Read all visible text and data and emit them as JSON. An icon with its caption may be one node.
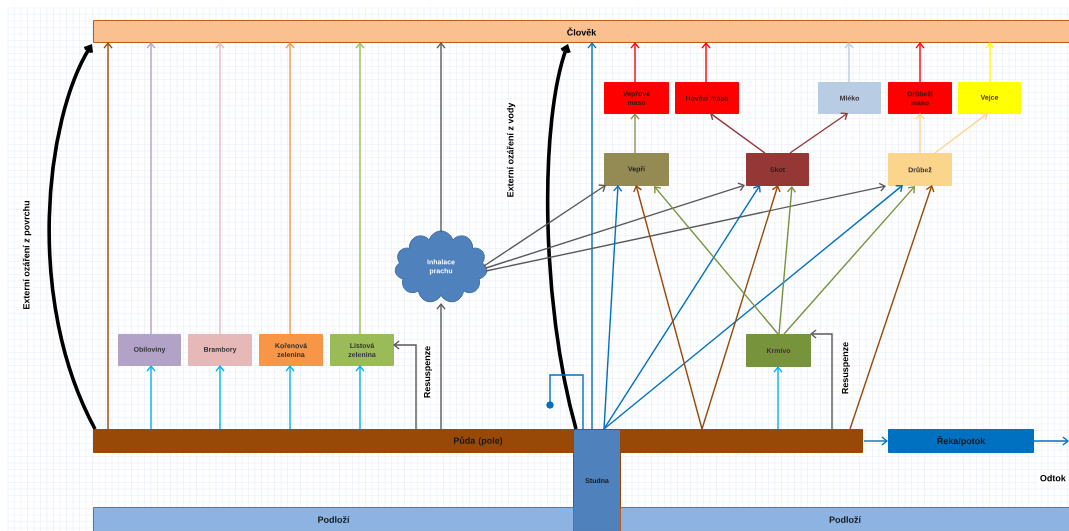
{
  "diagram": {
    "nodes": [
      {
        "text": [
          "Člověk"
        ]
      },
      {
        "text": [
          "Vepřové maso"
        ]
      },
      {
        "text": [
          "Hovězí maso"
        ]
      },
      {
        "text": [
          "Mléko"
        ]
      },
      {
        "text": [
          "Drůbeží maso"
        ]
      },
      {
        "text": [
          "Vejce"
        ]
      },
      {
        "text": [
          "Vepři"
        ]
      },
      {
        "text": [
          "Skot"
        ]
      },
      {
        "text": [
          "Drůbež"
        ]
      },
      {
        "text": [
          "Inhalace prachu"
        ]
      },
      {
        "text": [
          "Obiloviny"
        ]
      },
      {
        "text": [
          "Brambory"
        ]
      },
      {
        "text": [
          "Kořenová zelenina"
        ]
      },
      {
        "text": [
          "Listová zelenina"
        ]
      },
      {
        "text": [
          "Krmivo"
        ]
      },
      {
        "text": [
          "Půda (pole)"
        ]
      },
      {
        "text": [
          "Řeka/potok"
        ]
      },
      {
        "text": [
          "Studna"
        ]
      },
      {
        "text": [
          "Podloží"
        ]
      },
      {
        "text": [
          "Podloží"
        ]
      }
    ],
    "edges": [
      {
        "from": 15,
        "to": 0,
        "arrow": "to",
        "color": "#984807"
      },
      {
        "from": 10,
        "to": 0,
        "arrow": "to",
        "color": "#b3a2c7"
      },
      {
        "from": 11,
        "to": 0,
        "arrow": "to",
        "color": "#e6b9b8"
      },
      {
        "from": 12,
        "to": 0,
        "arrow": "to",
        "color": "#f79646"
      },
      {
        "from": 13,
        "to": 0,
        "arrow": "to",
        "color": "#9bbb59"
      },
      {
        "from": 9,
        "to": 0,
        "arrow": "to",
        "color": "#595959"
      },
      {
        "from": 15,
        "to": 0,
        "arrow": "to",
        "label": "Externí ozáření z povrchu",
        "style": "thick",
        "color": "#000000"
      },
      {
        "from": 17,
        "to": 0,
        "arrow": "to",
        "label": "Externí ozáření z vody",
        "style": "thick",
        "color": "#000000"
      },
      {
        "from": 17,
        "to": 0,
        "arrow": "to",
        "color": "#0070c0"
      },
      {
        "from": 1,
        "to": 0,
        "arrow": "to",
        "color": "#ff0000"
      },
      {
        "from": 2,
        "to": 0,
        "arrow": "to",
        "color": "#ff0000"
      },
      {
        "from": 3,
        "to": 0,
        "arrow": "to",
        "color": "#b8cce4"
      },
      {
        "from": 4,
        "to": 0,
        "arrow": "to",
        "color": "#ff0000"
      },
      {
        "from": 5,
        "to": 0,
        "arrow": "to",
        "color": "#ffff00"
      },
      {
        "from": 6,
        "to": 1,
        "arrow": "to",
        "color": "#948a54"
      },
      {
        "from": 7,
        "to": 2,
        "arrow": "to",
        "color": "#953735"
      },
      {
        "from": 7,
        "to": 3,
        "arrow": "to",
        "color": "#953735"
      },
      {
        "from": 8,
        "to": 4,
        "arrow": "to",
        "color": "#fcd58c"
      },
      {
        "from": 8,
        "to": 5,
        "arrow": "to",
        "color": "#fcd58c"
      },
      {
        "from": 15,
        "to": 10,
        "arrow": "to",
        "color": "#00b0f0"
      },
      {
        "from": 15,
        "to": 11,
        "arrow": "to",
        "color": "#00b0f0"
      },
      {
        "from": 15,
        "to": 12,
        "arrow": "to",
        "color": "#00b0f0"
      },
      {
        "from": 15,
        "to": 13,
        "arrow": "to",
        "color": "#00b0f0"
      },
      {
        "from": 15,
        "to": 13,
        "arrow": "to",
        "label": "Resuspenze",
        "color": "#595959"
      },
      {
        "from": 15,
        "to": 9,
        "arrow": "to",
        "color": "#595959"
      },
      {
        "from": 9,
        "to": 6,
        "arrow": "to",
        "color": "#595959"
      },
      {
        "from": 9,
        "to": 7,
        "arrow": "to",
        "color": "#595959"
      },
      {
        "from": 9,
        "to": 8,
        "arrow": "to",
        "color": "#595959"
      },
      {
        "from": 17,
        "to": 6,
        "arrow": "to",
        "color": "#0070c0"
      },
      {
        "from": 17,
        "to": 7,
        "arrow": "to",
        "color": "#0070c0"
      },
      {
        "from": 17,
        "to": 8,
        "arrow": "to",
        "color": "#0070c0"
      },
      {
        "from": 15,
        "to": 6,
        "arrow": "to",
        "color": "#984807"
      },
      {
        "from": 15,
        "to": 7,
        "arrow": "to",
        "color": "#984807"
      },
      {
        "from": 15,
        "to": 8,
        "arrow": "to",
        "color": "#984807"
      },
      {
        "from": 14,
        "to": 6,
        "arrow": "to",
        "color": "#77933c"
      },
      {
        "from": 14,
        "to": 7,
        "arrow": "to",
        "color": "#77933c"
      },
      {
        "from": 14,
        "to": 8,
        "arrow": "to",
        "color": "#77933c"
      },
      {
        "from": 15,
        "to": 14,
        "arrow": "to",
        "color": "#00b0f0"
      },
      {
        "from": 15,
        "to": 14,
        "arrow": "to",
        "label": "Resuspenze",
        "color": "#595959"
      },
      {
        "from": 15,
        "to": 16,
        "arrow": "to",
        "color": "#0070c0"
      },
      {
        "from": 16,
        "to": null,
        "arrow": "to",
        "label": "Odtok",
        "color": "#0070c0"
      },
      {
        "from": null,
        "to": 17,
        "arrow": "other",
        "color": "#0070c0"
      }
    ]
  }
}
